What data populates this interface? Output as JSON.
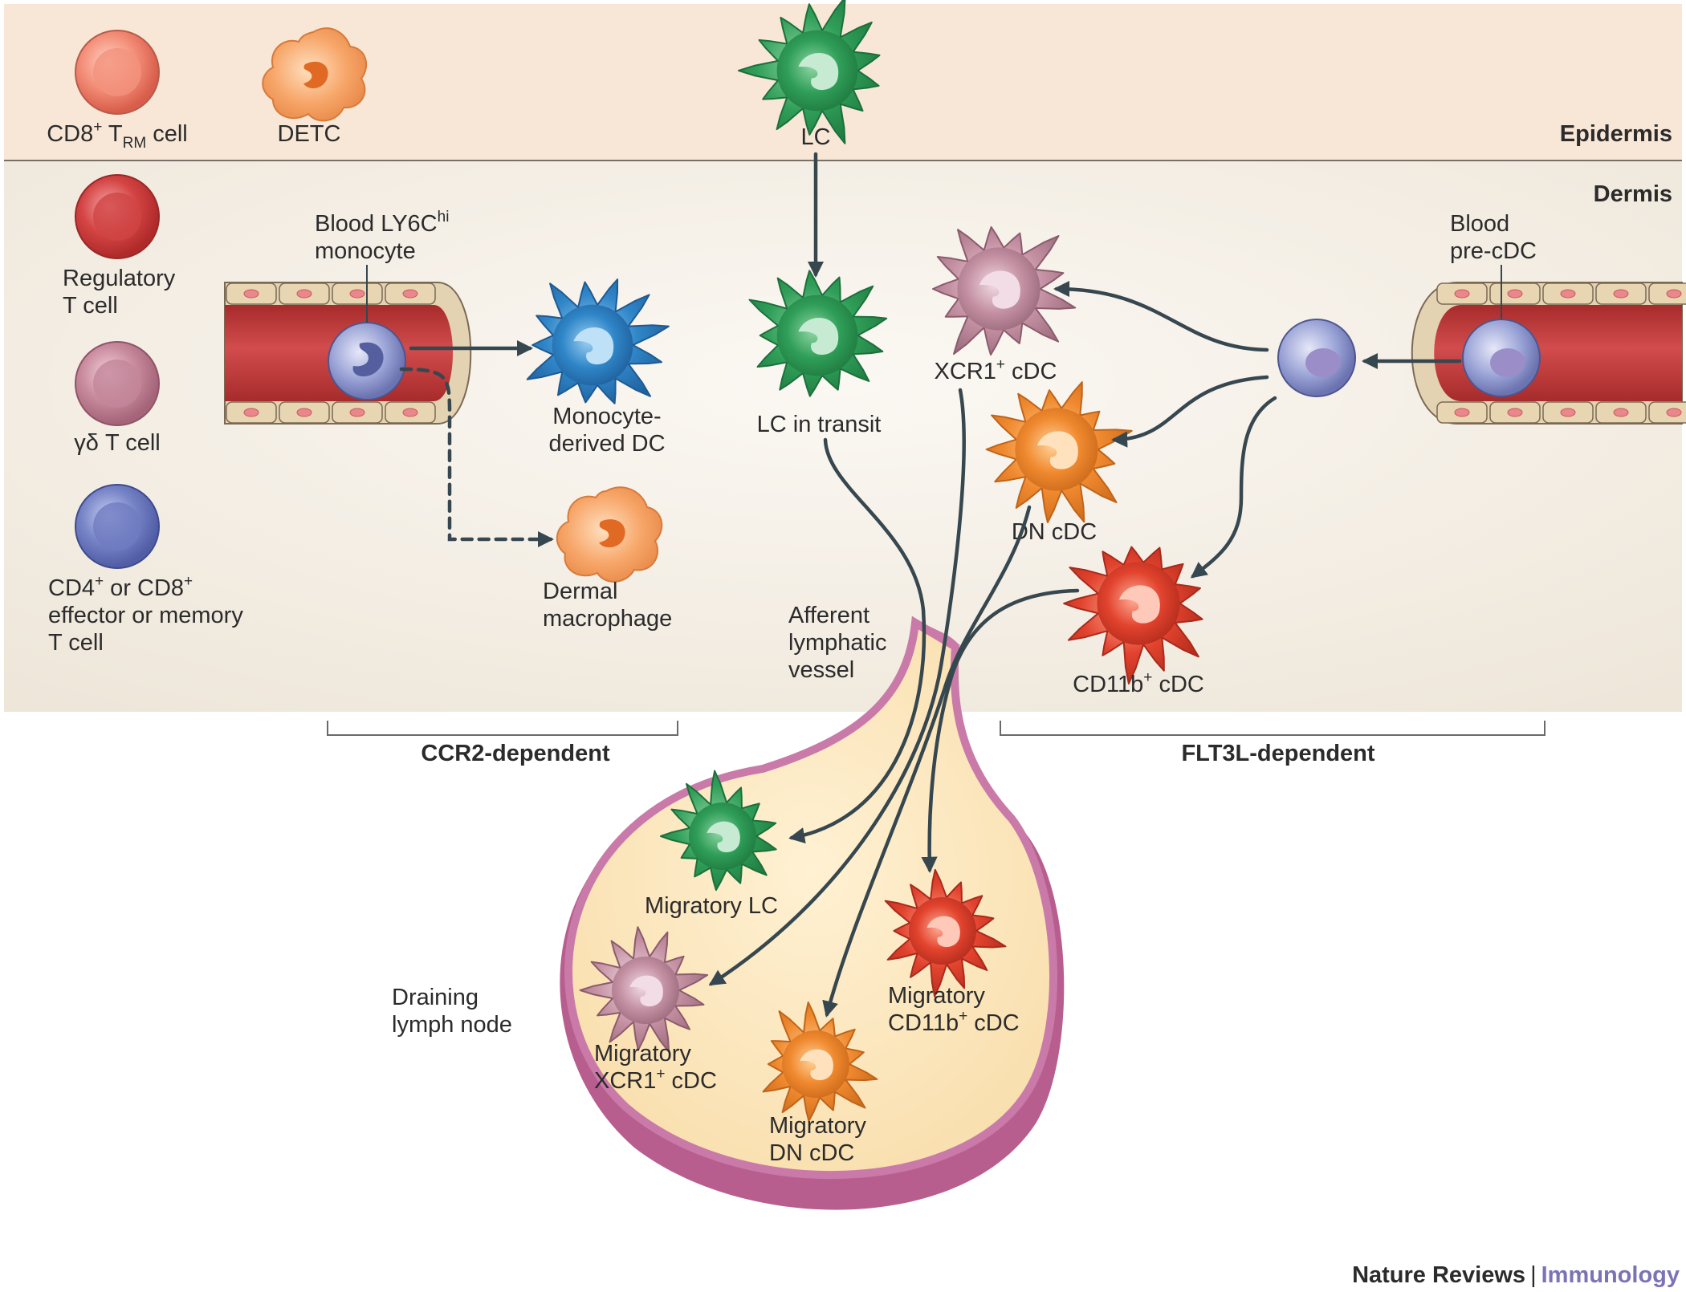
{
  "layers": {
    "epidermis": "Epidermis",
    "dermis": "Dermis"
  },
  "cells": {
    "cd8_trm": {
      "main": "CD8",
      "sup": "+",
      "mid": " T",
      "sub": "RM",
      "tail": " cell"
    },
    "detc": "DETC",
    "lc": "LC",
    "treg": {
      "line1": "Regulatory",
      "line2": "T cell"
    },
    "gd_t": "γδ T cell",
    "cd4_cd8": {
      "line1a": "CD4",
      "sup1": "+",
      "line1b": " or CD8",
      "sup2": "+",
      "line2": "effector or memory",
      "line3": "T cell"
    },
    "monocyte": {
      "line1a": "Blood LY6C",
      "sup": "hi",
      "line2": "monocyte"
    },
    "mono_dc": {
      "line1": "Monocyte-",
      "line2": "derived DC"
    },
    "dermal_mac": {
      "line1": "Dermal",
      "line2": "macrophage"
    },
    "lc_transit": "LC in transit",
    "xcr1": {
      "a": "XCR1",
      "sup": "+",
      "b": " cDC"
    },
    "dn": "DN cDC",
    "cd11b": {
      "a": "CD11b",
      "sup": "+",
      "b": " cDC"
    },
    "pre_cdc": {
      "line1": "Blood",
      "line2": "pre-cDC"
    },
    "lymph_vessel": {
      "line1": "Afferent",
      "line2": "lymphatic",
      "line3": "vessel"
    },
    "lymph_node": {
      "line1": "Draining",
      "line2": "lymph node"
    },
    "mig_lc": "Migratory LC",
    "mig_xcr1": {
      "line1": "Migratory",
      "line2a": "XCR1",
      "sup": "+",
      "line2b": " cDC"
    },
    "mig_dn": {
      "line1": "Migratory",
      "line2": "DN cDC"
    },
    "mig_cd11b": {
      "line1": "Migratory",
      "line2a": "CD11b",
      "sup": "+",
      "line2b": " cDC"
    }
  },
  "groups": {
    "ccr2": "CCR2-dependent",
    "flt3l": "FLT3L-dependent"
  },
  "footer": {
    "journal": "Nature Reviews",
    "sep": "|",
    "section": "Immunology"
  },
  "colors": {
    "epidermis_bg": "#f8e8d9",
    "dermis_bg": "#f5f0e8",
    "arrow": "#37474f",
    "vessel_red": "#c23a3a",
    "cell_green": "#2e9a58",
    "cell_blue": "#2f83c6",
    "cell_orange": "#f08a30",
    "cell_red": "#e0412e",
    "cell_mauve": "#c792a6",
    "lymph_wall": "#c97aa8",
    "lymph_inner": "#fbe9c2",
    "immunology_purple": "#7b73b5"
  }
}
